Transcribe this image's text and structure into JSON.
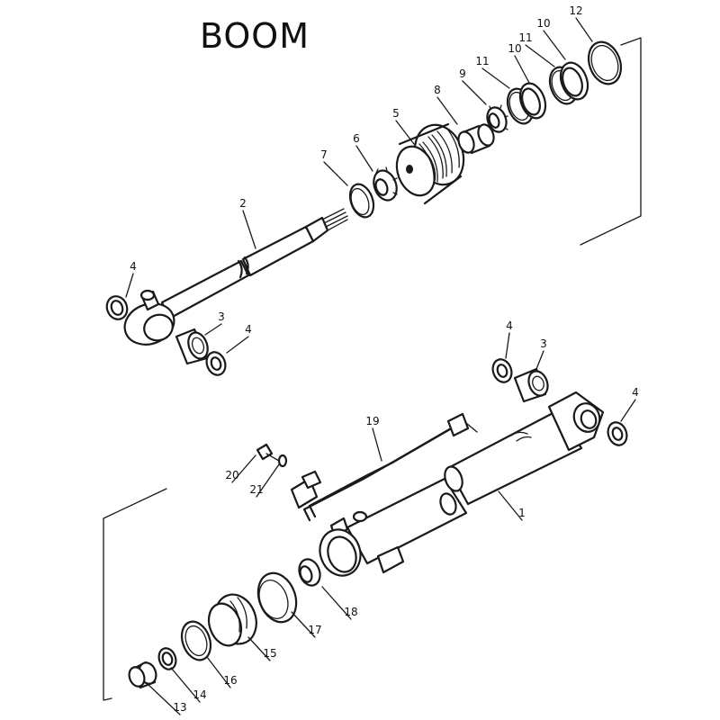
{
  "title": "BOOM",
  "callouts": [
    "4",
    "2",
    "3",
    "4",
    "7",
    "6",
    "5",
    "8",
    "9",
    "11",
    "10",
    "11",
    "10",
    "12",
    "4",
    "3",
    "4",
    "19",
    "1",
    "20",
    "21",
    "13",
    "14",
    "16",
    "15",
    "17",
    "18"
  ]
}
